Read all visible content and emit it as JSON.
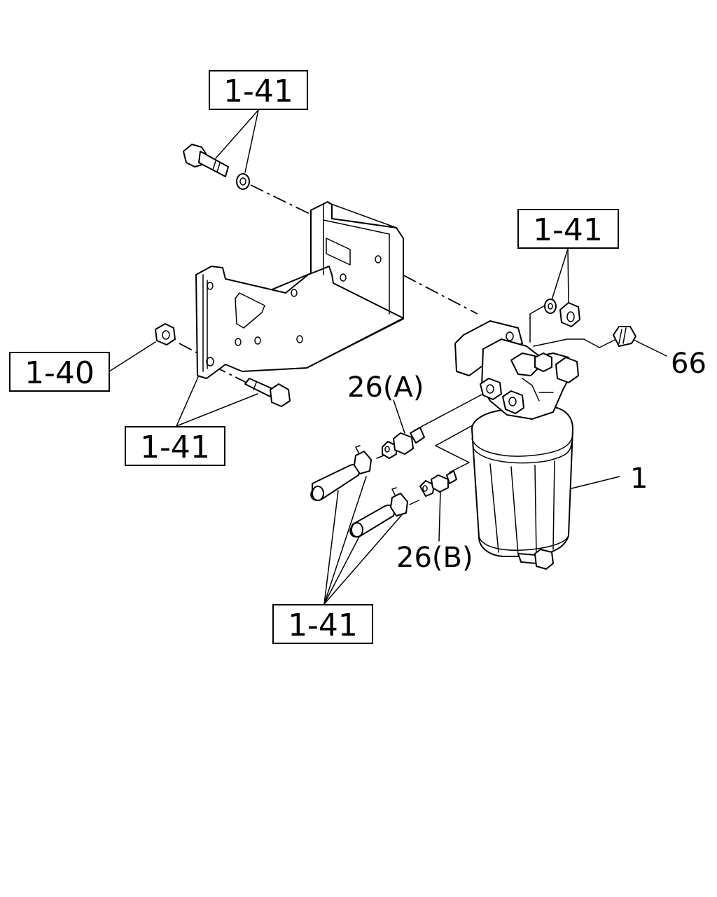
{
  "labels": {
    "ref_top": "1-41",
    "ref_right_top": "1-41",
    "ref_left": "1-40",
    "ref_left_bottom": "1-41",
    "ref_bottom": "1-41",
    "part_66": "66",
    "part_26a": "26(A)",
    "part_26b": "26(B)",
    "part_1": "1"
  }
}
